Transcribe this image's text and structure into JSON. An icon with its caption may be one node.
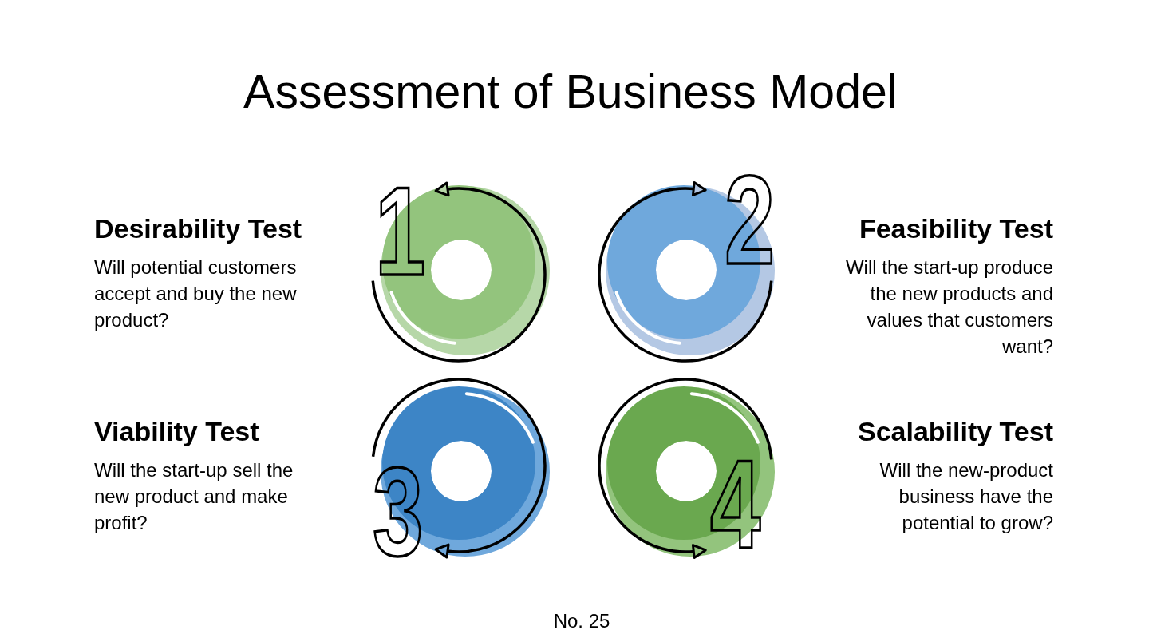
{
  "diagram": {
    "title": "Assessment of Business Model",
    "nodes": [
      {
        "text": [
          "1"
        ],
        "beside": [
          "Desirability Test",
          "Will potential customers accept and buy the new product?"
        ]
      },
      {
        "text": [
          "2"
        ],
        "beside": [
          "Feasibility Test",
          "Will the start-up produce the new products and values that customers want?"
        ]
      },
      {
        "text": [
          "3"
        ],
        "beside": [
          "Viability Test",
          "Will the start-up sell the new product and make profit?"
        ]
      },
      {
        "text": [
          "4"
        ],
        "beside": [
          "Scalability Test",
          "Will the new-product business have the potential to grow?"
        ]
      }
    ],
    "labels": [
      "No. 25"
    ]
  }
}
